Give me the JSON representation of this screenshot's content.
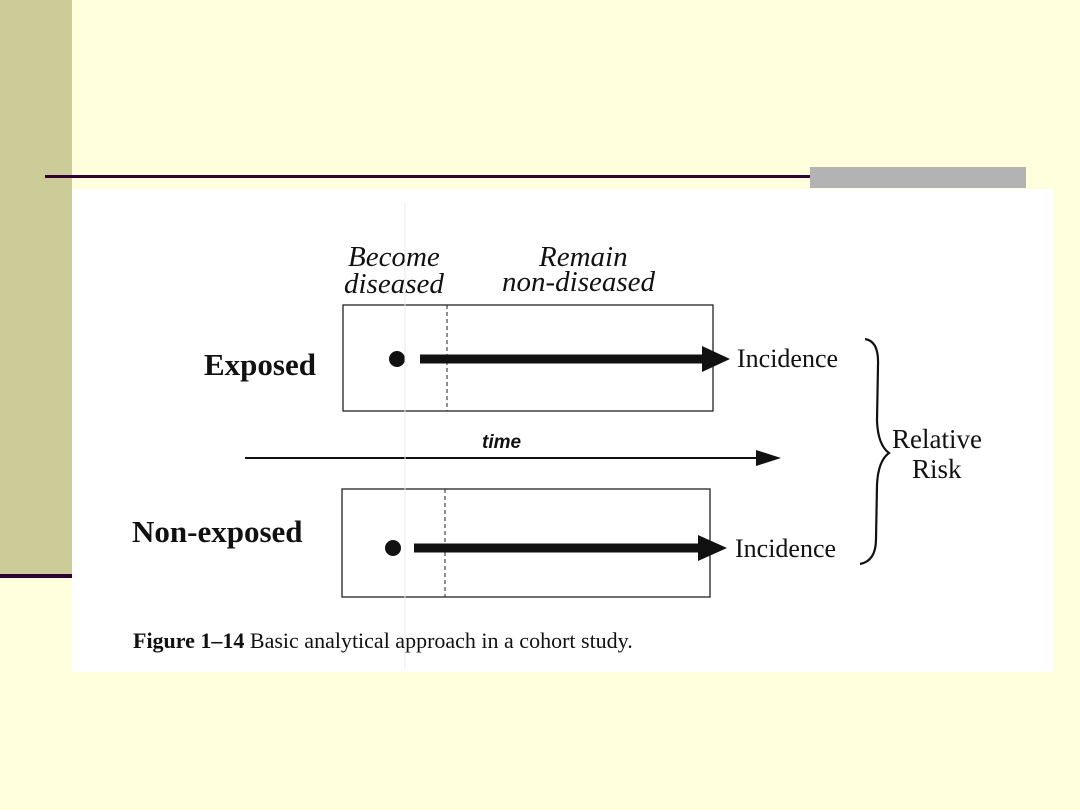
{
  "diagram": {
    "column_headers": {
      "become_line1": "Become",
      "become_line2": "diseased",
      "remain_line1": "Remain",
      "remain_line2": "non-diseased"
    },
    "rows": [
      {
        "label": "Exposed",
        "outcome": "Incidence"
      },
      {
        "label": "Non-exposed",
        "outcome": "Incidence"
      }
    ],
    "time_label": "time",
    "summary_line1": "Relative",
    "summary_line2": "Risk"
  },
  "caption": {
    "number": "Figure 1–14",
    "text": "Basic analytical approach in a cohort study."
  }
}
